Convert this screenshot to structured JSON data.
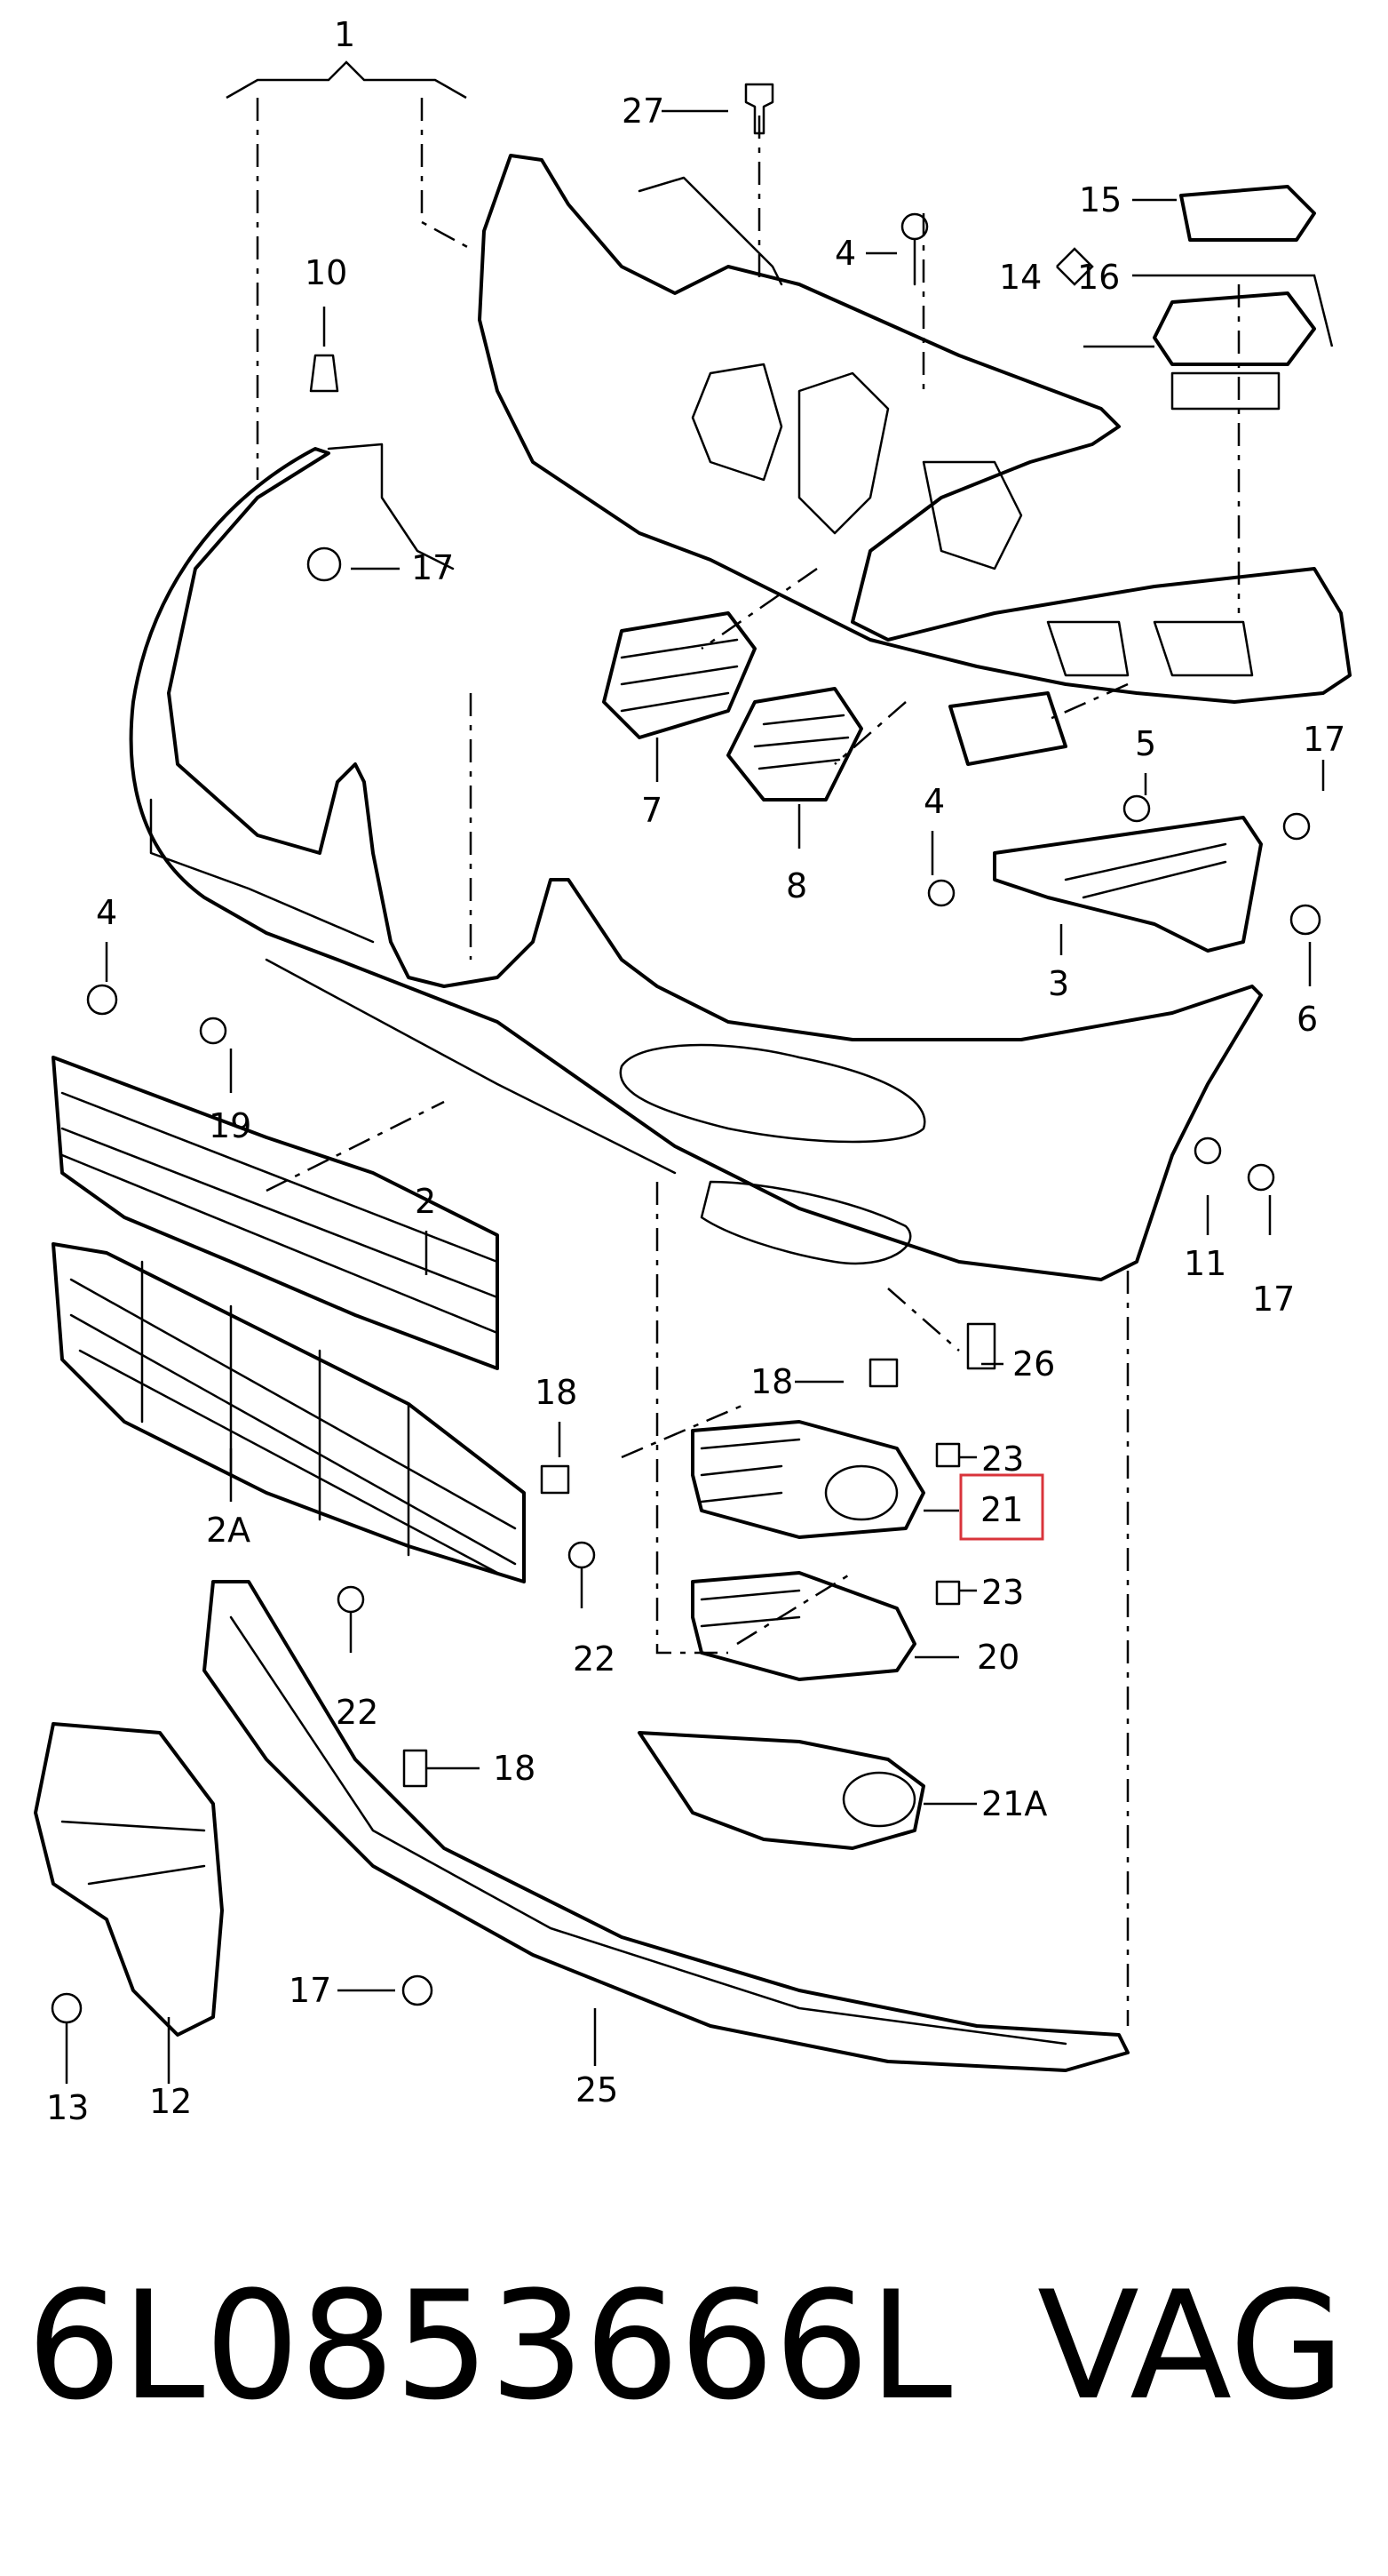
{
  "callouts": {
    "c1": "1",
    "c27": "27",
    "c4a": "4",
    "c15": "15",
    "c14": "14",
    "c16": "16",
    "c10": "10",
    "c17a": "17",
    "c7": "7",
    "c8": "8",
    "c5": "5",
    "c17b": "17",
    "c4b": "4",
    "c3": "3",
    "c6": "6",
    "c4c": "4",
    "c19": "19",
    "c2": "2",
    "c11": "11",
    "c17c": "17",
    "c26": "26",
    "c18a": "18",
    "c18b": "18",
    "c23a": "23",
    "c21": "21",
    "c2A": "2A",
    "c22a": "22",
    "c23b": "23",
    "c22b": "22",
    "c20": "20",
    "c18c": "18",
    "c21A": "21A",
    "c17d": "17",
    "c13": "13",
    "c12": "12",
    "c25": "25"
  },
  "highlighted_callout": "21",
  "highlight_color": "#d9343b",
  "footer": {
    "part_number": "6L0853666L",
    "brand": "VAG"
  }
}
